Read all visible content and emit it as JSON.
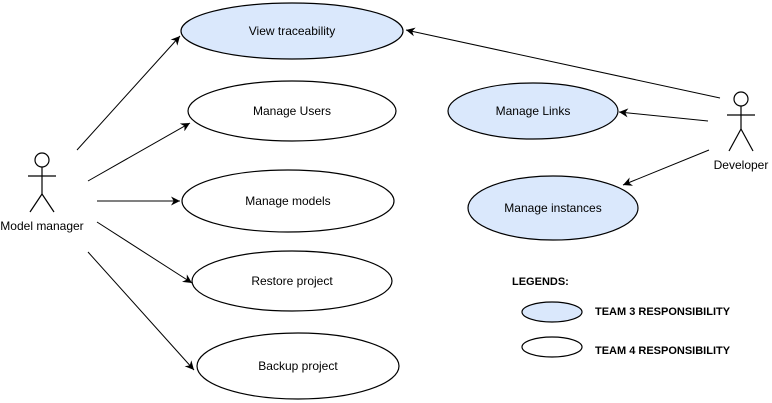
{
  "colors": {
    "team3": "#dae8fc",
    "team4": "#ffffff",
    "stroke": "#000000"
  },
  "actors": {
    "model_manager": {
      "label": "Model manager"
    },
    "developer": {
      "label": "Developer"
    }
  },
  "use_cases": {
    "view_traceability": {
      "label": "View traceability",
      "team": "team3"
    },
    "manage_users": {
      "label": "Manage Users",
      "team": "team4"
    },
    "manage_models": {
      "label": "Manage models",
      "team": "team4"
    },
    "restore_project": {
      "label": "Restore project",
      "team": "team4"
    },
    "backup_project": {
      "label": "Backup project",
      "team": "team4"
    },
    "manage_links": {
      "label": "Manage Links",
      "team": "team3"
    },
    "manage_instances": {
      "label": "Manage instances",
      "team": "team3"
    }
  },
  "associations": [
    {
      "from": "Model manager",
      "to": "View traceability"
    },
    {
      "from": "Model manager",
      "to": "Manage Users"
    },
    {
      "from": "Model manager",
      "to": "Manage models"
    },
    {
      "from": "Model manager",
      "to": "Restore project"
    },
    {
      "from": "Model manager",
      "to": "Backup project"
    },
    {
      "from": "Developer",
      "to": "View traceability"
    },
    {
      "from": "Developer",
      "to": "Manage Links"
    },
    {
      "from": "Developer",
      "to": "Manage instances"
    }
  ],
  "legend": {
    "title": "LEGENDS:",
    "items": [
      {
        "label": "TEAM 3 RESPONSIBILITY",
        "team": "team3"
      },
      {
        "label": "TEAM 4 RESPONSIBILITY",
        "team": "team4"
      }
    ]
  }
}
